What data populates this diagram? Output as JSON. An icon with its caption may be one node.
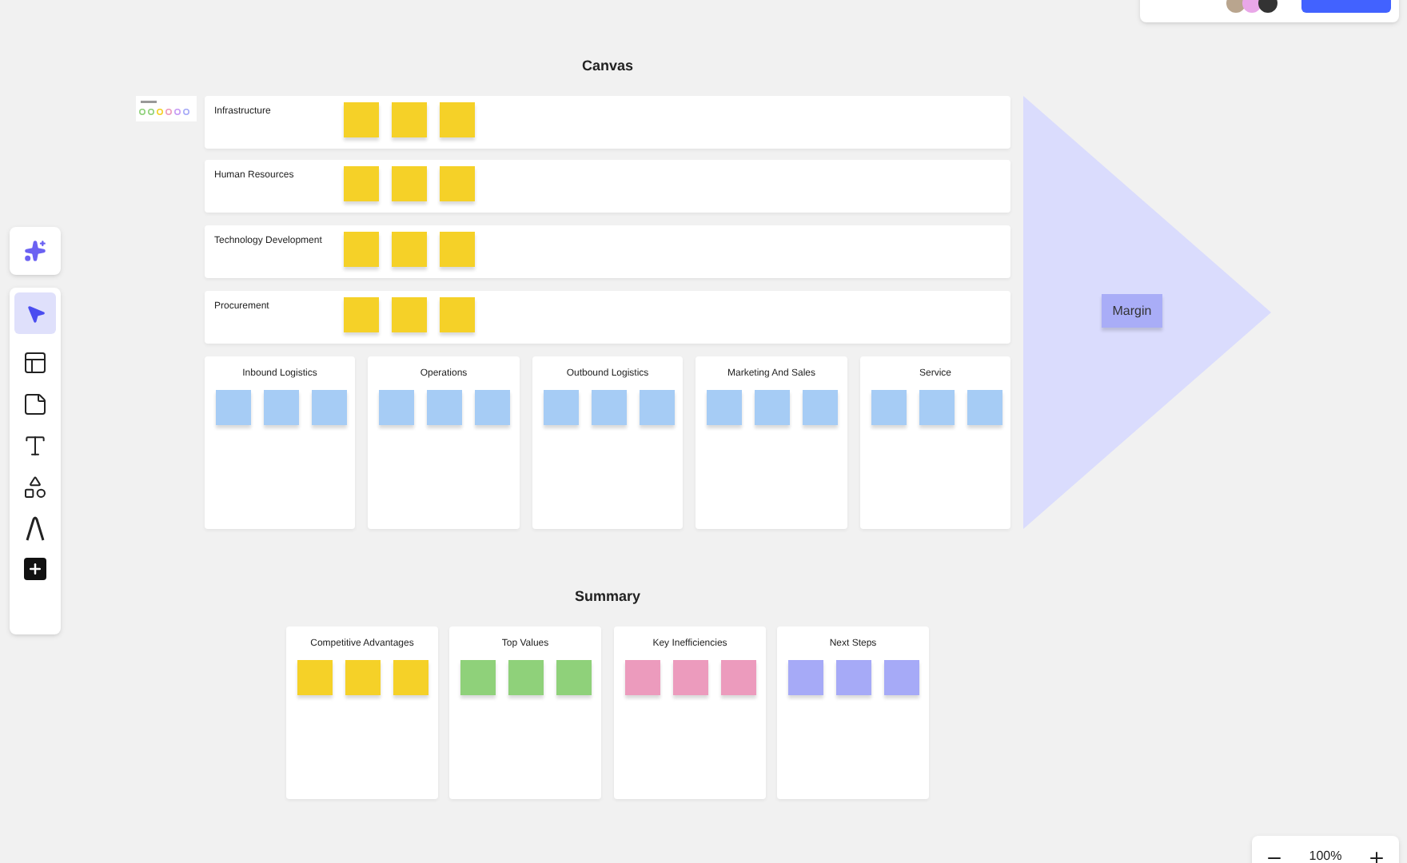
{
  "diagram": {
    "nodes": [
      {
        "text": [
          "Infrastructure"
        ]
      },
      {
        "text": [],
        "shape": "box",
        "in": 0
      },
      {
        "text": [],
        "shape": "box",
        "in": 0
      },
      {
        "text": [],
        "shape": "box",
        "in": 0
      },
      {
        "text": [
          "Human Resources"
        ]
      },
      {
        "text": [],
        "shape": "box",
        "in": 4
      },
      {
        "text": [],
        "shape": "box",
        "in": 4
      },
      {
        "text": [],
        "shape": "box",
        "in": 4
      },
      {
        "text": [
          "Technology Development"
        ]
      },
      {
        "text": [],
        "shape": "box",
        "in": 8
      },
      {
        "text": [],
        "shape": "box",
        "in": 8
      },
      {
        "text": [],
        "shape": "box",
        "in": 8
      },
      {
        "text": [
          "Procurement"
        ]
      },
      {
        "text": [],
        "shape": "box",
        "in": 12
      },
      {
        "text": [],
        "shape": "box",
        "in": 12
      },
      {
        "text": [],
        "shape": "box",
        "in": 12
      },
      {
        "text": [
          "Inbound Logistics"
        ]
      },
      {
        "text": [],
        "shape": "box",
        "in": 16
      },
      {
        "text": [],
        "shape": "box",
        "in": 16
      },
      {
        "text": [],
        "shape": "box",
        "in": 16
      },
      {
        "text": [
          "Operations"
        ]
      },
      {
        "text": [],
        "shape": "box",
        "in": 20
      },
      {
        "text": [],
        "shape": "box",
        "in": 20
      },
      {
        "text": [],
        "shape": "box",
        "in": 20
      },
      {
        "text": [
          "Outbound Logistics"
        ]
      },
      {
        "text": [],
        "shape": "box",
        "in": 24
      },
      {
        "text": [],
        "shape": "box",
        "in": 24
      },
      {
        "text": [],
        "shape": "box",
        "in": 24
      },
      {
        "text": [
          "Marketing And Sales"
        ]
      },
      {
        "text": [],
        "shape": "box",
        "in": 28
      },
      {
        "text": [],
        "shape": "box",
        "in": 28
      },
      {
        "text": [],
        "shape": "box",
        "in": 28
      },
      {
        "text": [
          "Service"
        ]
      },
      {
        "text": [],
        "shape": "box",
        "in": 32
      },
      {
        "text": [],
        "shape": "box",
        "in": 32
      },
      {
        "text": [],
        "shape": "box",
        "in": 32
      },
      {
        "text": [],
        "shape": "triangle"
      },
      {
        "text": [
          "Margin"
        ],
        "in": 36
      },
      {
        "text": [
          "Competitive Advantages"
        ]
      },
      {
        "text": [],
        "shape": "box",
        "in": 38
      },
      {
        "text": [],
        "shape": "box",
        "in": 38
      },
      {
        "text": [],
        "shape": "box",
        "in": 38
      },
      {
        "text": [
          "Top Values"
        ]
      },
      {
        "text": [],
        "shape": "box",
        "in": 42
      },
      {
        "text": [],
        "shape": "box",
        "in": 42
      },
      {
        "text": [],
        "shape": "box",
        "in": 42
      },
      {
        "text": [
          "Key Inefficiencies"
        ]
      },
      {
        "text": [],
        "shape": "box",
        "in": 46
      },
      {
        "text": [],
        "shape": "box",
        "in": 46
      },
      {
        "text": [],
        "shape": "box",
        "in": 46
      },
      {
        "text": [
          "Next Steps"
        ]
      },
      {
        "text": [],
        "shape": "box",
        "in": 50
      },
      {
        "text": [],
        "shape": "box",
        "in": 50
      },
      {
        "text": [],
        "shape": "box",
        "in": 50
      }
    ],
    "labels": [
      "Canvas",
      "Summary",
      "100%"
    ]
  }
}
